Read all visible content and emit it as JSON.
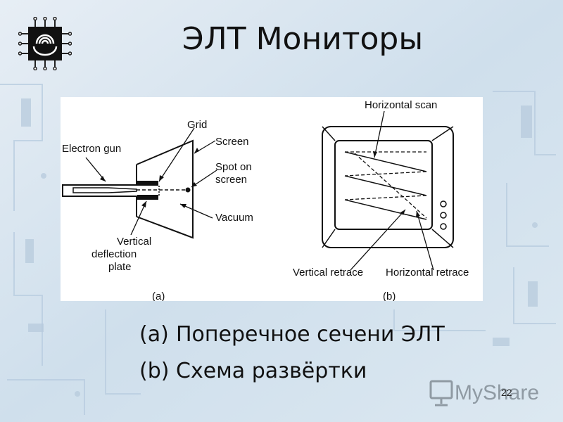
{
  "slide": {
    "title": "ЭЛТ Мониторы",
    "page_number": "22",
    "watermark": "MyShared"
  },
  "figure_a": {
    "panel_label": "(a)",
    "labels": {
      "electron_gun": "Electron gun",
      "grid": "Grid",
      "screen": "Screen",
      "spot_line1": "Spot on",
      "spot_line2": "screen",
      "vacuum": "Vacuum",
      "vdp_line1": "Vertical",
      "vdp_line2": "deflection",
      "vdp_line3": "plate"
    }
  },
  "figure_b": {
    "panel_label": "(b)",
    "labels": {
      "horizontal_scan": "Horizontal scan",
      "vertical_retrace": "Vertical retrace",
      "horizontal_retrace": "Horizontal retrace"
    }
  },
  "captions": [
    {
      "letter": "(a)",
      "text": "Поперечное сечени ЭЛТ"
    },
    {
      "letter": "(b)",
      "text": "Схема развёртки"
    }
  ],
  "colors": {
    "background": "#dfe9f2",
    "panel": "#ffffff",
    "ink": "#111111",
    "watermark": "#8f9aa3"
  }
}
